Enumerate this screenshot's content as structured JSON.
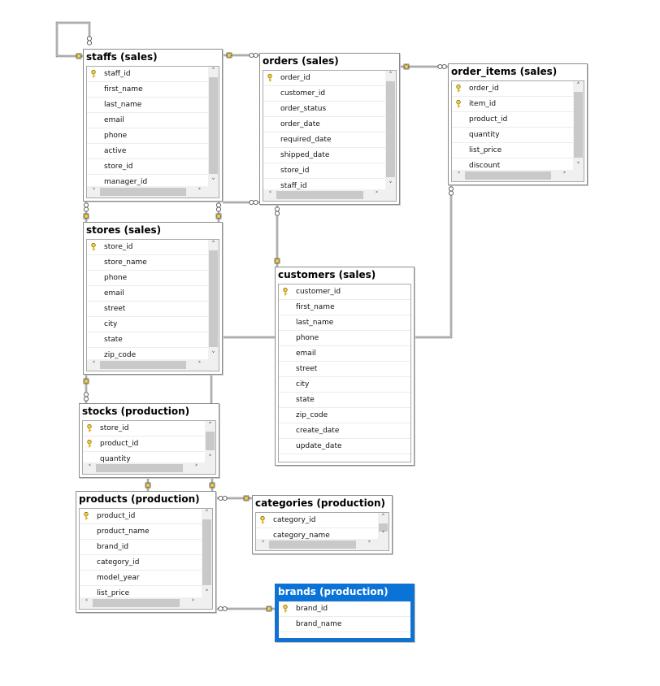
{
  "accent_color": "#0a73d8",
  "key_icon": "primary-key-icon",
  "tables": [
    {
      "id": "staffs",
      "title": "staffs (sales)",
      "selected": false,
      "columns": [
        {
          "name": "staff_id",
          "key": true
        },
        {
          "name": "first_name",
          "key": false
        },
        {
          "name": "last_name",
          "key": false
        },
        {
          "name": "email",
          "key": false
        },
        {
          "name": "phone",
          "key": false
        },
        {
          "name": "active",
          "key": false
        },
        {
          "name": "store_id",
          "key": false
        },
        {
          "name": "manager_id",
          "key": false
        }
      ],
      "vscroll": true,
      "hscroll": true
    },
    {
      "id": "orders",
      "title": "orders (sales)",
      "selected": false,
      "columns": [
        {
          "name": "order_id",
          "key": true
        },
        {
          "name": "customer_id",
          "key": false
        },
        {
          "name": "order_status",
          "key": false
        },
        {
          "name": "order_date",
          "key": false
        },
        {
          "name": "required_date",
          "key": false
        },
        {
          "name": "shipped_date",
          "key": false
        },
        {
          "name": "store_id",
          "key": false
        },
        {
          "name": "staff_id",
          "key": false
        }
      ],
      "vscroll": true,
      "hscroll": true
    },
    {
      "id": "order_items",
      "title": "order_items (sales)",
      "selected": false,
      "columns": [
        {
          "name": "order_id",
          "key": true
        },
        {
          "name": "item_id",
          "key": true
        },
        {
          "name": "product_id",
          "key": false
        },
        {
          "name": "quantity",
          "key": false
        },
        {
          "name": "list_price",
          "key": false
        },
        {
          "name": "discount",
          "key": false
        }
      ],
      "vscroll": true,
      "hscroll": true
    },
    {
      "id": "stores",
      "title": "stores (sales)",
      "selected": false,
      "columns": [
        {
          "name": "store_id",
          "key": true
        },
        {
          "name": "store_name",
          "key": false
        },
        {
          "name": "phone",
          "key": false
        },
        {
          "name": "email",
          "key": false
        },
        {
          "name": "street",
          "key": false
        },
        {
          "name": "city",
          "key": false
        },
        {
          "name": "state",
          "key": false
        },
        {
          "name": "zip_code",
          "key": false
        }
      ],
      "vscroll": true,
      "hscroll": true
    },
    {
      "id": "customers",
      "title": "customers (sales)",
      "selected": false,
      "columns": [
        {
          "name": "customer_id",
          "key": true
        },
        {
          "name": "first_name",
          "key": false
        },
        {
          "name": "last_name",
          "key": false
        },
        {
          "name": "phone",
          "key": false
        },
        {
          "name": "email",
          "key": false
        },
        {
          "name": "street",
          "key": false
        },
        {
          "name": "city",
          "key": false
        },
        {
          "name": "state",
          "key": false
        },
        {
          "name": "zip_code",
          "key": false
        },
        {
          "name": "create_date",
          "key": false
        },
        {
          "name": "update_date",
          "key": false
        }
      ],
      "vscroll": false,
      "hscroll": false
    },
    {
      "id": "stocks",
      "title": "stocks (production)",
      "selected": false,
      "columns": [
        {
          "name": "store_id",
          "key": true
        },
        {
          "name": "product_id",
          "key": true
        },
        {
          "name": "quantity",
          "key": false
        }
      ],
      "vscroll": true,
      "hscroll": true
    },
    {
      "id": "products",
      "title": "products (production)",
      "selected": false,
      "columns": [
        {
          "name": "product_id",
          "key": true
        },
        {
          "name": "product_name",
          "key": false
        },
        {
          "name": "brand_id",
          "key": false
        },
        {
          "name": "category_id",
          "key": false
        },
        {
          "name": "model_year",
          "key": false
        },
        {
          "name": "list_price",
          "key": false
        }
      ],
      "vscroll": true,
      "hscroll": true
    },
    {
      "id": "categories",
      "title": "categories (production)",
      "selected": false,
      "columns": [
        {
          "name": "category_id",
          "key": true
        },
        {
          "name": "category_name",
          "key": false
        }
      ],
      "vscroll": true,
      "hscroll": true
    },
    {
      "id": "brands",
      "title": "brands (production)",
      "selected": true,
      "columns": [
        {
          "name": "brand_id",
          "key": true
        },
        {
          "name": "brand_name",
          "key": false
        }
      ],
      "vscroll": false,
      "hscroll": false
    }
  ]
}
